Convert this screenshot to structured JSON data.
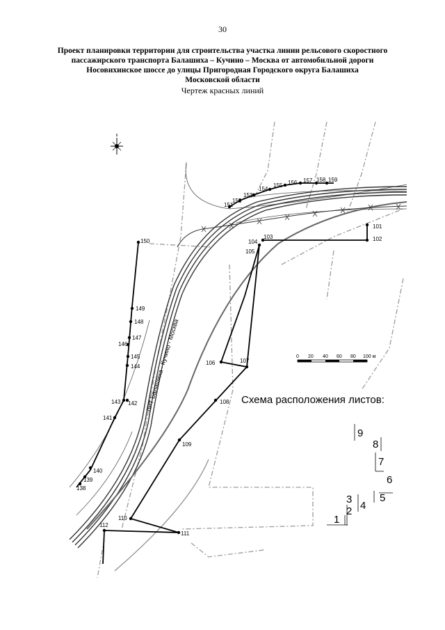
{
  "page_number": "30",
  "title_lines": [
    "Проект планировки территории для строительства участка линии рельсового скоростного",
    "пассажирского транспорта Балашиха – Кучино – Москва от автомобильной дороги",
    "Носовихинское шоссе до улицы Пригородная Городского округа Балашиха",
    "Московской области"
  ],
  "subtitle": "Чертеж красных линий",
  "road_label": "ЛРТ Балашиха - Кучино - Москва",
  "scheme_title": "Схема расположения листов:",
  "scale": {
    "ticks": [
      "0",
      "20",
      "40",
      "60",
      "80",
      "100 м"
    ]
  },
  "points": [
    "101",
    "102",
    "103",
    "104",
    "105",
    "106",
    "107",
    "108",
    "109",
    "110",
    "111",
    "112",
    "138",
    "139",
    "140",
    "141",
    "142",
    "143",
    "144",
    "145",
    "146",
    "147",
    "148",
    "149",
    "150",
    "151",
    "152",
    "153",
    "154",
    "155",
    "156",
    "157",
    "158",
    "159"
  ],
  "sheets": [
    "1",
    "2",
    "3",
    "4",
    "5",
    "6",
    "7",
    "8",
    "9"
  ],
  "colors": {
    "red_line": "#000000",
    "rail": "#333333",
    "route": "#666666",
    "boundary": "#9a9a9a"
  }
}
